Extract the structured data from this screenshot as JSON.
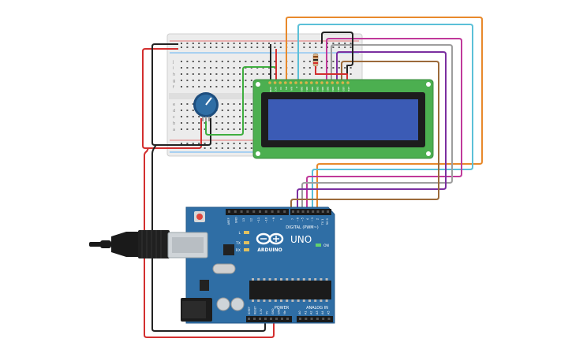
{
  "arduino": {
    "logo_text": "ARDUINO",
    "model": "UNO",
    "digital_header_label": "DIGITAL (PWM~)",
    "power_header_label": "POWER",
    "analog_header_label": "ANALOG IN",
    "on_label": "ON",
    "led_labels": [
      "L",
      "TX",
      "RX"
    ],
    "digital_pins": [
      "7",
      "~6",
      "~5",
      "4",
      "~3",
      "2",
      "TX 1",
      "RX 0"
    ],
    "digital_pins_left": [
      "AREF",
      "GND",
      "13",
      "12",
      "~11",
      "~10",
      "~9",
      "8"
    ],
    "power_pins": [
      "IOREF",
      "RESET",
      "3.3V",
      "5V",
      "GND",
      "GND",
      "Vin"
    ],
    "analog_pins": [
      "A0",
      "A1",
      "A2",
      "A3",
      "A4",
      "A5"
    ]
  },
  "lcd": {
    "pin_labels": [
      "GND",
      "VCC",
      "V0",
      "RS",
      "RW",
      "E",
      "DB0",
      "DB1",
      "DB2",
      "DB3",
      "DB4",
      "DB5",
      "DB6",
      "DB7",
      "LED",
      "LED"
    ]
  },
  "breadboard": {
    "row_letters_top": [
      "j",
      "i",
      "h",
      "g",
      "f"
    ],
    "row_letters_bottom": [
      "e",
      "d",
      "c",
      "b",
      "a"
    ]
  },
  "colors": {
    "arduino_board": "#2f6ea5",
    "lcd_board": "#4caf50",
    "lcd_screen": "#3b5bb5",
    "wire_red": "#d32f2f",
    "wire_black": "#222222",
    "wire_green": "#3fae3f",
    "wire_orange": "#e8892b",
    "wire_cyan": "#5bc0d8",
    "wire_magenta": "#c0399a",
    "wire_gray": "#9e9e9e",
    "wire_purple": "#7b2fa0",
    "wire_brown": "#9b6a3a",
    "potentiometer": "#2f6ea5"
  },
  "icons": {
    "usb_plug": "usb-plug-icon",
    "arduino_logo": "arduino-infinity-logo-icon",
    "potentiometer": "potentiometer-knob-icon",
    "resistor": "resistor-icon"
  }
}
